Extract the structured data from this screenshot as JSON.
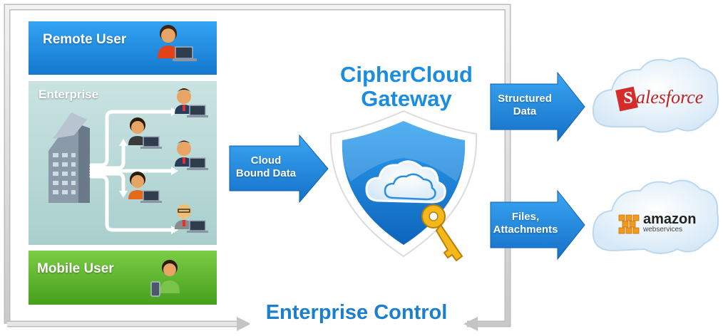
{
  "panels": {
    "remote_user": "Remote User",
    "enterprise": "Enterprise",
    "mobile_user": "Mobile User"
  },
  "flows": {
    "cloud_bound_line1": "Cloud",
    "cloud_bound_line2": "Bound Data",
    "structured_line1": "Structured",
    "structured_line2": "Data",
    "files_line1": "Files,",
    "files_line2": "Attachments"
  },
  "gateway": {
    "title_line1": "CipherCloud",
    "title_line2": "Gateway"
  },
  "footer": {
    "label": "Enterprise Control"
  },
  "destinations": {
    "salesforce_initial": "S",
    "salesforce_rest": "alesforce",
    "amazon_line1": "amazon",
    "amazon_line2": "webservices"
  },
  "colors": {
    "remote_blue": "#1f8fe6",
    "enterprise_teal": "#b7d7d6",
    "mobile_green": "#5cb82c",
    "arrow_blue": "#1e88e0",
    "shield_blue": "#1a8de0",
    "salesforce_red": "#d62b2b",
    "amazon_orange": "#f29a1b"
  }
}
